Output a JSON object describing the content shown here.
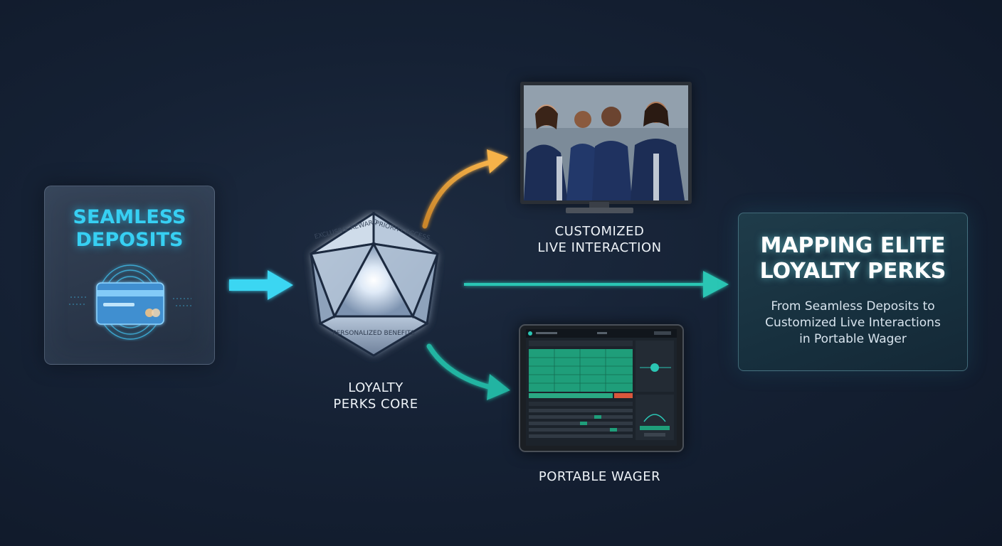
{
  "deposit": {
    "title_line1": "SEAMLESS",
    "title_line2": "DEPOSITS",
    "icon": "card-fingerprint-icon"
  },
  "core": {
    "facets": {
      "top_left": "EXCLUSIVE REWARD",
      "top_right": "PRIORITY ACCESS",
      "bottom": "PERSONALIZED BENEFITS"
    },
    "label_line1": "LOYALTY",
    "label_line2": "PERKS CORE"
  },
  "live": {
    "label_line1": "CUSTOMIZED",
    "label_line2": "LIVE INTERACTION"
  },
  "wager": {
    "label": "PORTABLE WAGER"
  },
  "result": {
    "title_line1": "MAPPING ELITE",
    "title_line2": "LOYALTY PERKS",
    "subtitle_line1": "From Seamless Deposits to",
    "subtitle_line2": "Customized Live Interactions",
    "subtitle_line3": "in Portable Wager"
  },
  "colors": {
    "deposit_cyan": "#37d0f3",
    "arrow_orange": "#f0a63a",
    "arrow_teal": "#2bc6b4",
    "table_green": "#1f9e7a",
    "action_red": "#d9573c"
  }
}
